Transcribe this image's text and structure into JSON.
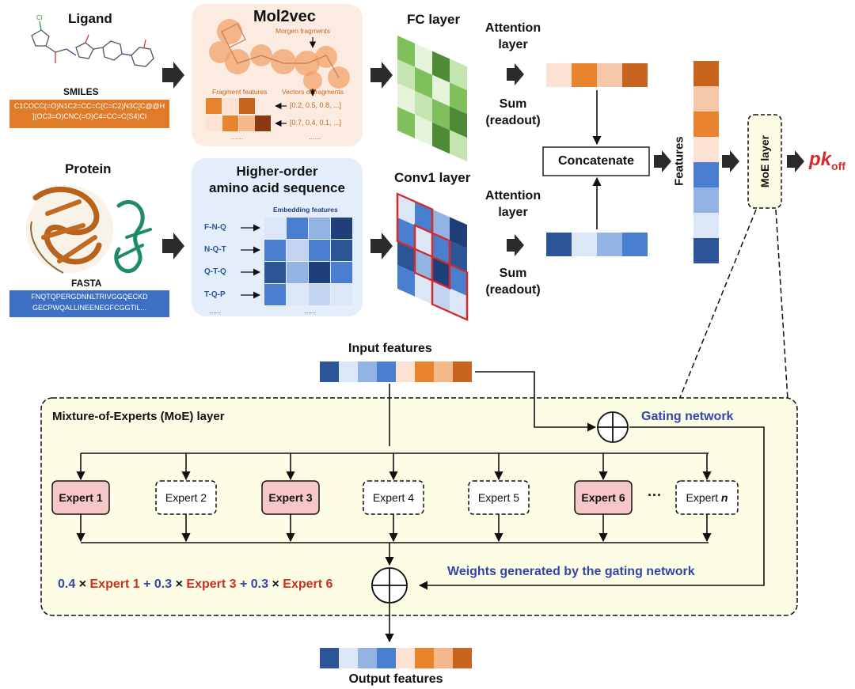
{
  "ligand": {
    "title": "Ligand",
    "smiles_label": "SMILES",
    "smiles_line1": "C1COCC(=O)N1C2=CC=C(C=C2)N3C[C@@H",
    "smiles_line2": "](OC3=O)CNC(=O)C4=CC=C(S4)Cl"
  },
  "protein": {
    "title": "Protein",
    "fasta_label": "FASTA",
    "fasta_line1": "FNQTQPERGDNNLTRIVGGQECKD",
    "fasta_line2": "GECPWQALLINEENEGFCGGTIL..."
  },
  "mol2vec": {
    "title": "Mol2vec",
    "morgen_label": "Morgen fragments",
    "fragment_features_label": "Fragment features",
    "vectors_label": "Vectors of fragments",
    "vector1": "[0.2, 0.5, 0.8, ...]",
    "vector2": "[0.7, 0.4, 0.1, ...]",
    "ellipsis_left": "......",
    "ellipsis_right": "......"
  },
  "amino": {
    "title_line1": "Higher-order",
    "title_line2": "amino acid sequence",
    "embedding_label": "Embedding features",
    "rows": [
      "F-N-Q",
      "N-Q-T",
      "Q-T-Q",
      "T-Q-P"
    ],
    "ellipsis_left": "......",
    "ellipsis_right": "......"
  },
  "fc_layer": {
    "title": "FC layer"
  },
  "conv1_layer": {
    "title": "Conv1 layer"
  },
  "attention_top": {
    "line1": "Attention",
    "line2": "layer",
    "sum1": "Sum",
    "sum2": "(readout)"
  },
  "attention_bottom": {
    "line1": "Attention",
    "line2": "layer",
    "sum1": "Sum",
    "sum2": "(readout)"
  },
  "concatenate": {
    "label": "Concatenate"
  },
  "features": {
    "label": "Features"
  },
  "moe_small": {
    "label": "MoE layer"
  },
  "output_label": {
    "main": "pk",
    "sub": "off"
  },
  "input_features": {
    "label": "Input features"
  },
  "output_features": {
    "label": "Output features"
  },
  "moe": {
    "title": "Mixture-of-Experts (MoE) layer",
    "gating_label": "Gating network",
    "weights_label": "Weights generated by the gating network",
    "ellipsis": "···",
    "experts": [
      {
        "label": "Expert 1",
        "active": true
      },
      {
        "label": "Expert 2",
        "active": false
      },
      {
        "label": "Expert 3",
        "active": true
      },
      {
        "label": "Expert 4",
        "active": false
      },
      {
        "label": "Expert 5",
        "active": false
      },
      {
        "label": "Expert 6",
        "active": true
      },
      {
        "label": "Expert ",
        "suffix": "n",
        "active": false
      }
    ],
    "formula": {
      "w1": "0.4",
      "e1": "Expert 1",
      "w2": "0.3",
      "e2": "Expert 3",
      "w3": "0.3",
      "e3": "Expert 6",
      "times": "×",
      "plus": "+"
    }
  },
  "colors": {
    "orange_dark": "#c8641e",
    "orange": "#e8832e",
    "orange_light": "#f4b98a",
    "orange_pale": "#fbe2d2",
    "blue_dark": "#2c5596",
    "blue": "#4a7fcf",
    "blue_light": "#93b3e3",
    "blue_pale": "#dbe6f6",
    "green_dark": "#4f8a36",
    "green": "#7fbf5c",
    "green_light": "#c4e4b0",
    "moe_bg": "#fdfde6",
    "expert_active": "#f6c7c7",
    "red_text": "#c8321e",
    "blue_text": "#3344aa"
  }
}
